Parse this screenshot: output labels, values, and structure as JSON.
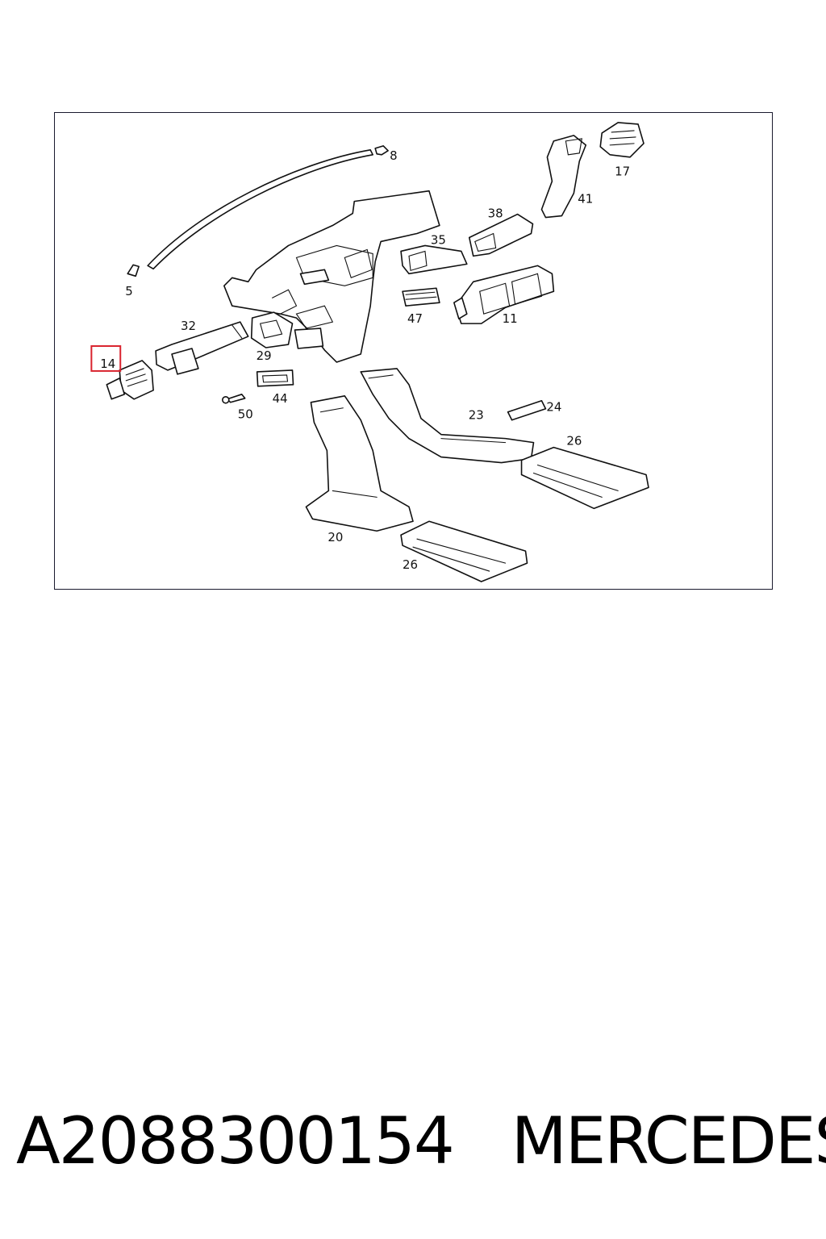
{
  "diagram": {
    "callouts": {
      "c5": "5",
      "c8": "8",
      "c11": "11",
      "c14": "14",
      "c17": "17",
      "c20": "20",
      "c23": "23",
      "c24": "24",
      "c26a": "26",
      "c26b": "26",
      "c29": "29",
      "c32": "32",
      "c35": "35",
      "c38": "38",
      "c41": "41",
      "c44": "44",
      "c47": "47",
      "c50": "50"
    },
    "highlighted_callout": "14",
    "colors": {
      "line": "#111111",
      "frame": "#1a1a2e",
      "highlight": "#d9232e"
    }
  },
  "footer": {
    "part_number": "A2088300154",
    "brand": "MERCEDES"
  }
}
